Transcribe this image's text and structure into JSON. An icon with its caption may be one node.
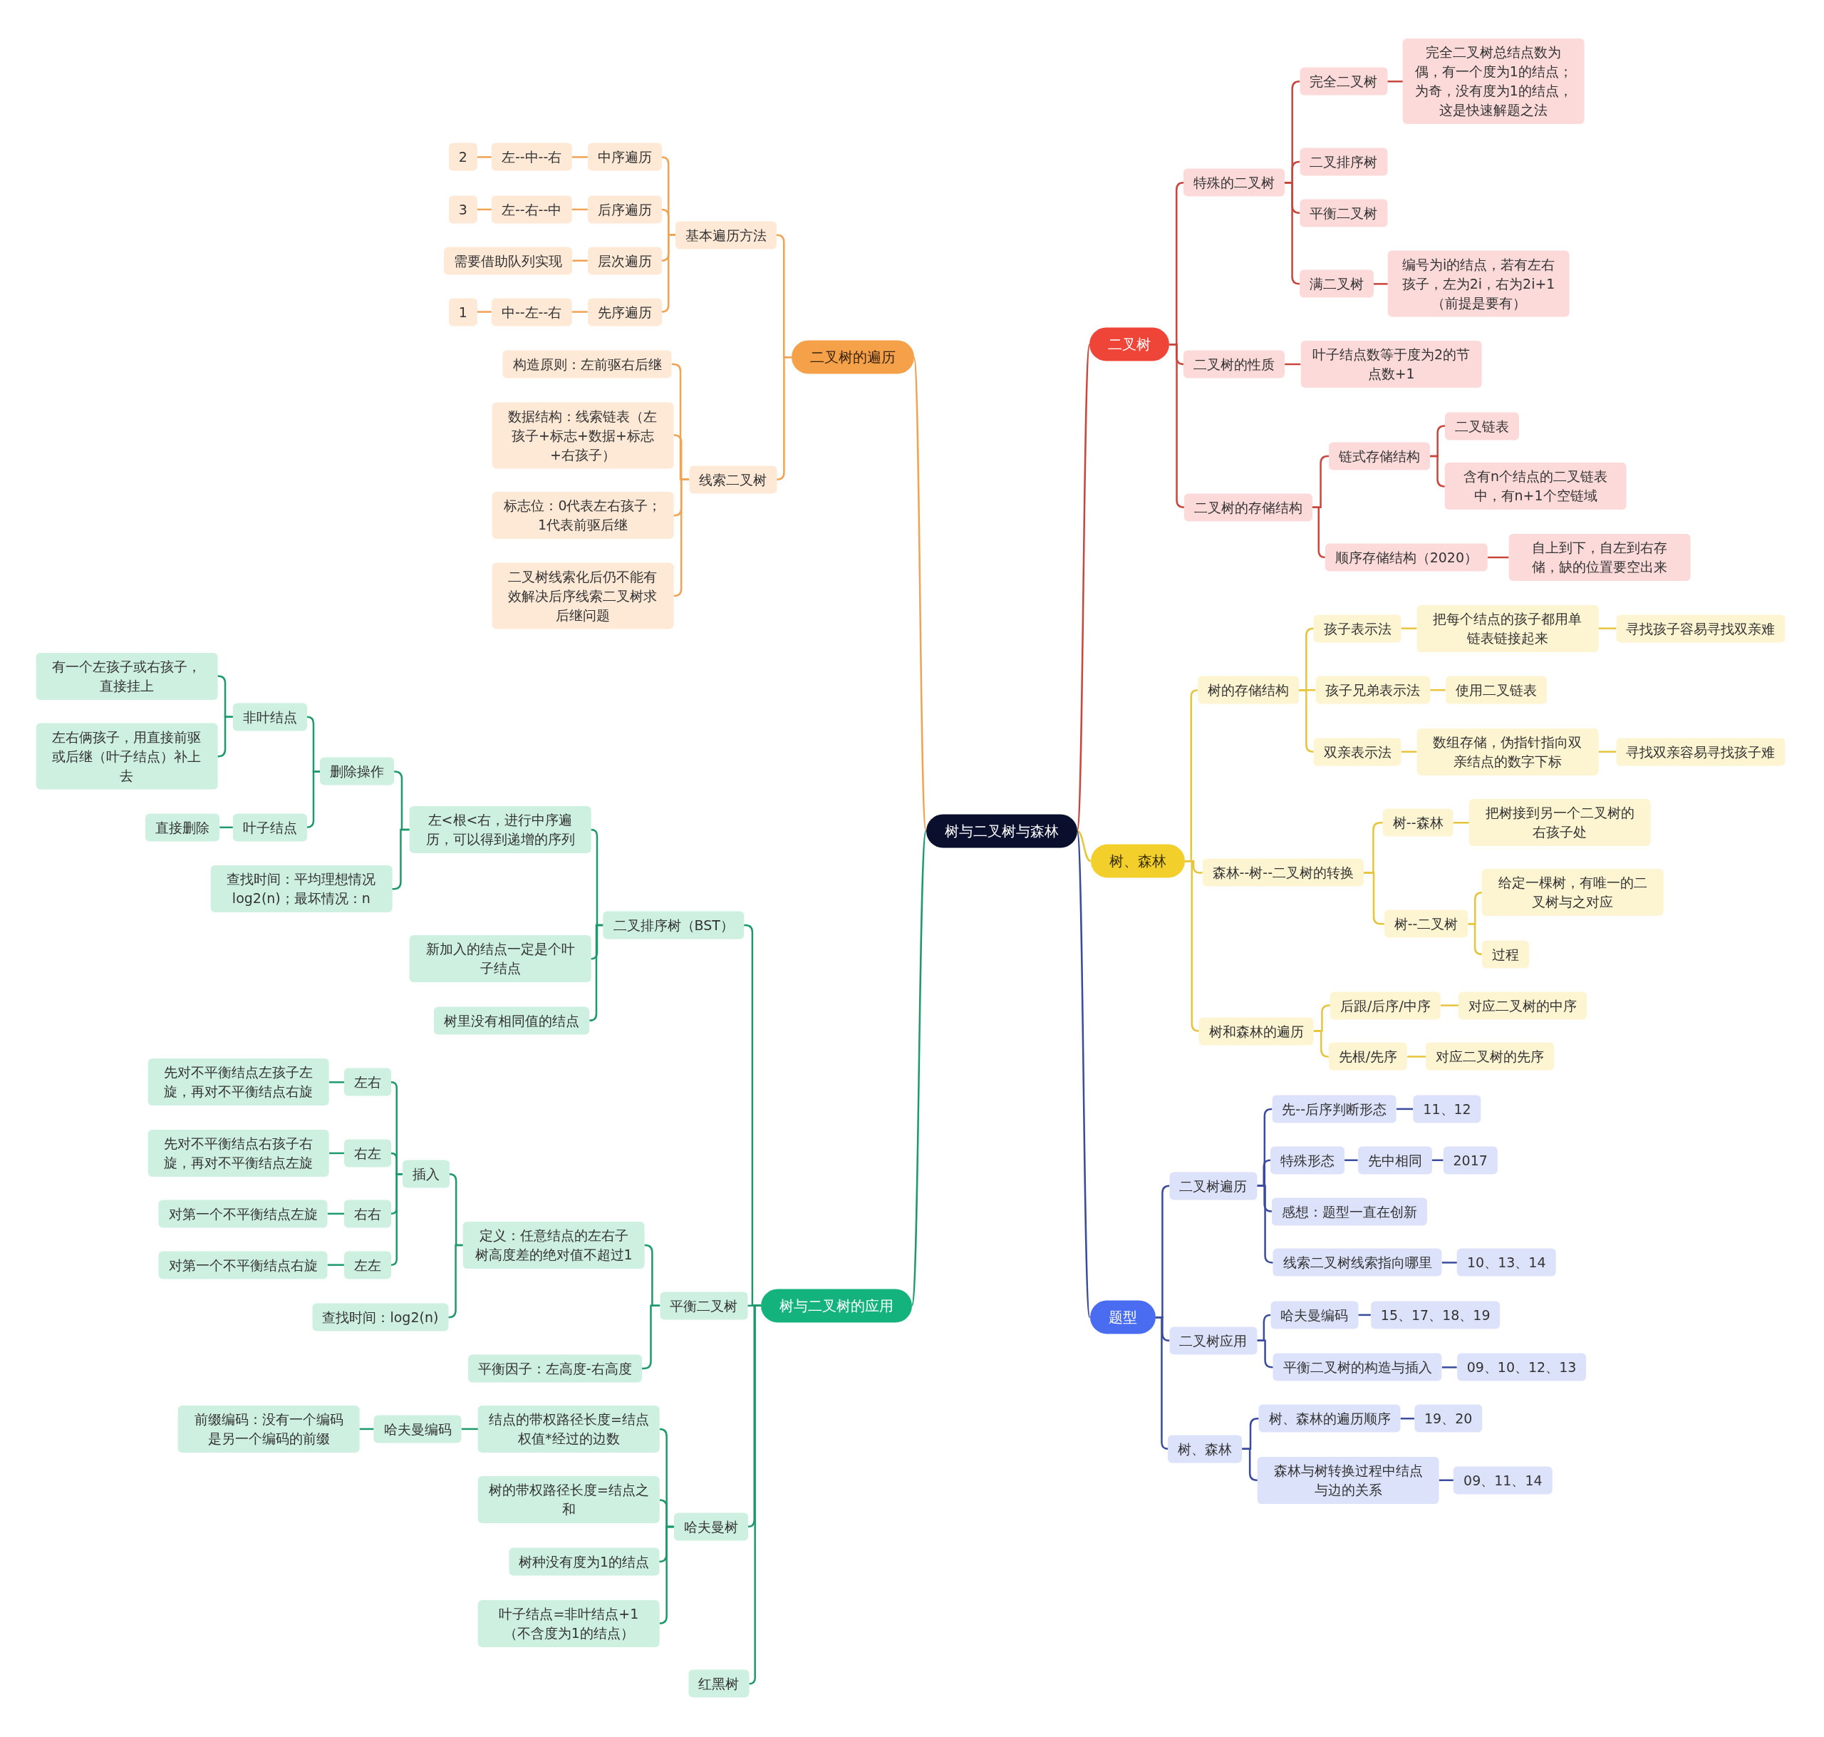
{
  "diagram": {
    "nodes": [
      {
        "text": [
          "树与二叉树与森林"
        ]
      },
      {
        "text": [
          "二叉树的遍历"
        ]
      },
      {
        "text": [
          "基本遍历方法"
        ]
      },
      {
        "text": [
          "中序遍历"
        ]
      },
      {
        "text": [
          "左--中--右"
        ]
      },
      {
        "text": [
          "2"
        ]
      },
      {
        "text": [
          "后序遍历"
        ]
      },
      {
        "text": [
          "左--右--中"
        ]
      },
      {
        "text": [
          "3"
        ]
      },
      {
        "text": [
          "层次遍历"
        ]
      },
      {
        "text": [
          "需要借助队列实现"
        ]
      },
      {
        "text": [
          "先序遍历"
        ]
      },
      {
        "text": [
          "中--左--右"
        ]
      },
      {
        "text": [
          "1"
        ]
      },
      {
        "text": [
          "线索二叉树"
        ]
      },
      {
        "text": [
          "构造原则：左前驱右后继"
        ]
      },
      {
        "text": [
          "数据结构：线索链表（左孩子+标志+数据+标志+右孩子）"
        ]
      },
      {
        "text": [
          "标志位：0代表左右孩子；1代表前驱后继"
        ]
      },
      {
        "text": [
          "二叉树线索化后仍不能有效解决后序线索二叉树求后继问题"
        ]
      },
      {
        "text": [
          "二叉树"
        ]
      },
      {
        "text": [
          "特殊的二叉树"
        ]
      },
      {
        "text": [
          "完全二叉树"
        ]
      },
      {
        "text": [
          "完全二叉树总结点数为偶，有一个度为1的结点；为奇，没有度为1的结点，这是快速解题之法"
        ]
      },
      {
        "text": [
          "二叉排序树"
        ]
      },
      {
        "text": [
          "平衡二叉树"
        ]
      },
      {
        "text": [
          "满二叉树"
        ]
      },
      {
        "text": [
          "编号为i的结点，若有左右孩子，左为2i，右为2i+1（前提是要有）"
        ]
      },
      {
        "text": [
          "二叉树的性质"
        ]
      },
      {
        "text": [
          "叶子结点数等于度为2的节点数+1"
        ]
      },
      {
        "text": [
          "二叉树的存储结构"
        ]
      },
      {
        "text": [
          "链式存储结构"
        ]
      },
      {
        "text": [
          "二叉链表"
        ]
      },
      {
        "text": [
          "含有n个结点的二叉链表中，有n+1个空链域"
        ]
      },
      {
        "text": [
          "顺序存储结构（2020）"
        ]
      },
      {
        "text": [
          "自上到下，自左到右存储，缺的位置要空出来"
        ]
      },
      {
        "text": [
          "树、森林"
        ]
      },
      {
        "text": [
          "树的存储结构"
        ]
      },
      {
        "text": [
          "孩子表示法"
        ]
      },
      {
        "text": [
          "把每个结点的孩子都用单链表链接起来"
        ]
      },
      {
        "text": [
          "寻找孩子容易寻找双亲难"
        ]
      },
      {
        "text": [
          "孩子兄弟表示法"
        ]
      },
      {
        "text": [
          "使用二叉链表"
        ]
      },
      {
        "text": [
          "双亲表示法"
        ]
      },
      {
        "text": [
          "数组存储，伪指针指向双亲结点的数字下标"
        ]
      },
      {
        "text": [
          "寻找双亲容易寻找孩子难"
        ]
      },
      {
        "text": [
          "森林--树--二叉树的转换"
        ]
      },
      {
        "text": [
          "树--森林"
        ]
      },
      {
        "text": [
          "把树接到另一个二叉树的右孩子处"
        ]
      },
      {
        "text": [
          "树--二叉树"
        ]
      },
      {
        "text": [
          "给定一棵树，有唯一的二叉树与之对应"
        ]
      },
      {
        "text": [
          "过程"
        ]
      },
      {
        "text": [
          "树和森林的遍历"
        ]
      },
      {
        "text": [
          "后跟/后序/中序"
        ]
      },
      {
        "text": [
          "对应二叉树的中序"
        ]
      },
      {
        "text": [
          "先根/先序"
        ]
      },
      {
        "text": [
          "对应二叉树的先序"
        ]
      },
      {
        "text": [
          "题型"
        ]
      },
      {
        "text": [
          "二叉树遍历"
        ]
      },
      {
        "text": [
          "先--后序判断形态"
        ]
      },
      {
        "text": [
          "11、12"
        ]
      },
      {
        "text": [
          "特殊形态"
        ]
      },
      {
        "text": [
          "先中相同"
        ]
      },
      {
        "text": [
          "2017"
        ]
      },
      {
        "text": [
          "感想：题型一直在创新"
        ]
      },
      {
        "text": [
          "线索二叉树线索指向哪里"
        ]
      },
      {
        "text": [
          "10、13、14"
        ]
      },
      {
        "text": [
          "二叉树应用"
        ]
      },
      {
        "text": [
          "哈夫曼编码"
        ]
      },
      {
        "text": [
          "15、17、18、19"
        ]
      },
      {
        "text": [
          "平衡二叉树的构造与插入"
        ]
      },
      {
        "text": [
          "09、10、12、13"
        ]
      },
      {
        "text": [
          "树、森林"
        ]
      },
      {
        "text": [
          "树、森林的遍历顺序"
        ]
      },
      {
        "text": [
          "19、20"
        ]
      },
      {
        "text": [
          "森林与树转换过程中结点与边的关系"
        ]
      },
      {
        "text": [
          "09、11、14"
        ]
      },
      {
        "text": [
          "树与二叉树的应用"
        ]
      },
      {
        "text": [
          "二叉排序树（BST）"
        ]
      },
      {
        "text": [
          "左<根<右，进行中序遍历，可以得到递增的序列"
        ]
      },
      {
        "text": [
          "删除操作"
        ]
      },
      {
        "text": [
          "非叶结点"
        ]
      },
      {
        "text": [
          "有一个左孩子或右孩子，直接挂上"
        ]
      },
      {
        "text": [
          "左右俩孩子，用直接前驱或后继（叶子结点）补上去"
        ]
      },
      {
        "text": [
          "叶子结点"
        ]
      },
      {
        "text": [
          "直接删除"
        ]
      },
      {
        "text": [
          "查找时间：平均理想情况log2(n)；最坏情况：n"
        ]
      },
      {
        "text": [
          "新加入的结点一定是个叶子结点"
        ]
      },
      {
        "text": [
          "树里没有相同值的结点"
        ]
      },
      {
        "text": [
          "平衡二叉树"
        ]
      },
      {
        "text": [
          "定义：任意结点的左右子树高度差的绝对值不超过1"
        ]
      },
      {
        "text": [
          "插入"
        ]
      },
      {
        "text": [
          "左右"
        ]
      },
      {
        "text": [
          "先对不平衡结点左孩子左旋，再对不平衡结点右旋"
        ]
      },
      {
        "text": [
          "右左"
        ]
      },
      {
        "text": [
          "先对不平衡结点右孩子右旋，再对不平衡结点左旋"
        ]
      },
      {
        "text": [
          "右右"
        ]
      },
      {
        "text": [
          "对第一个不平衡结点左旋"
        ]
      },
      {
        "text": [
          "左左"
        ]
      },
      {
        "text": [
          "对第一个不平衡结点右旋"
        ]
      },
      {
        "text": [
          "查找时间：log2(n)"
        ]
      },
      {
        "text": [
          "平衡因子：左高度-右高度"
        ]
      },
      {
        "text": [
          "哈夫曼树"
        ]
      },
      {
        "text": [
          "结点的带权路径长度=结点权值*经过的边数"
        ]
      },
      {
        "text": [
          "哈夫曼编码"
        ]
      },
      {
        "text": [
          "前缀编码：没有一个编码是另一个编码的前缀"
        ]
      },
      {
        "text": [
          "树的带权路径长度=结点之和"
        ]
      },
      {
        "text": [
          "树种没有度为1的结点"
        ]
      },
      {
        "text": [
          "叶子结点=非叶结点+1（不含度为1的结点）"
        ]
      },
      {
        "text": [
          "红黑树"
        ]
      }
    ],
    "edges": [
      {
        "from": 0,
        "to": 1,
        "arrow": "none",
        "color": "#f0a352"
      },
      {
        "from": 1,
        "to": 2,
        "arrow": "none",
        "color": "#f0a352"
      },
      {
        "from": 2,
        "to": 3,
        "arrow": "none",
        "color": "#f0a352"
      },
      {
        "from": 3,
        "to": 4,
        "arrow": "none",
        "color": "#f0a352"
      },
      {
        "from": 4,
        "to": 5,
        "arrow": "none",
        "color": "#f0a352"
      },
      {
        "from": 2,
        "to": 6,
        "arrow": "none",
        "color": "#f0a352"
      },
      {
        "from": 6,
        "to": 7,
        "arrow": "none",
        "color": "#f0a352"
      },
      {
        "from": 7,
        "to": 8,
        "arrow": "none",
        "color": "#f0a352"
      },
      {
        "from": 2,
        "to": 9,
        "arrow": "none",
        "color": "#f0a352"
      },
      {
        "from": 9,
        "to": 10,
        "arrow": "none",
        "color": "#f0a352"
      },
      {
        "from": 2,
        "to": 11,
        "arrow": "none",
        "color": "#f0a352"
      },
      {
        "from": 11,
        "to": 12,
        "arrow": "none",
        "color": "#f0a352"
      },
      {
        "from": 12,
        "to": 13,
        "arrow": "none",
        "color": "#f0a352"
      },
      {
        "from": 1,
        "to": 14,
        "arrow": "none",
        "color": "#f0a352"
      },
      {
        "from": 14,
        "to": 15,
        "arrow": "none",
        "color": "#f0a352"
      },
      {
        "from": 14,
        "to": 16,
        "arrow": "none",
        "color": "#f0a352"
      },
      {
        "from": 14,
        "to": 17,
        "arrow": "none",
        "color": "#f0a352"
      },
      {
        "from": 14,
        "to": 18,
        "arrow": "none",
        "color": "#f0a352"
      },
      {
        "from": 0,
        "to": 19,
        "arrow": "none",
        "color": "#c9463d"
      },
      {
        "from": 19,
        "to": 20,
        "arrow": "none",
        "color": "#c9463d"
      },
      {
        "from": 20,
        "to": 21,
        "arrow": "none",
        "color": "#c9463d"
      },
      {
        "from": 21,
        "to": 22,
        "arrow": "none",
        "color": "#c9463d"
      },
      {
        "from": 20,
        "to": 23,
        "arrow": "none",
        "color": "#c9463d"
      },
      {
        "from": 20,
        "to": 24,
        "arrow": "none",
        "color": "#c9463d"
      },
      {
        "from": 20,
        "to": 25,
        "arrow": "none",
        "color": "#c9463d"
      },
      {
        "from": 25,
        "to": 26,
        "arrow": "none",
        "color": "#c9463d"
      },
      {
        "from": 19,
        "to": 27,
        "arrow": "none",
        "color": "#c9463d"
      },
      {
        "from": 27,
        "to": 28,
        "arrow": "none",
        "color": "#c9463d"
      },
      {
        "from": 19,
        "to": 29,
        "arrow": "none",
        "color": "#c9463d"
      },
      {
        "from": 29,
        "to": 30,
        "arrow": "none",
        "color": "#c9463d"
      },
      {
        "from": 30,
        "to": 31,
        "arrow": "none",
        "color": "#c9463d"
      },
      {
        "from": 30,
        "to": 32,
        "arrow": "none",
        "color": "#c9463d"
      },
      {
        "from": 29,
        "to": 33,
        "arrow": "none",
        "color": "#c9463d"
      },
      {
        "from": 33,
        "to": 34,
        "arrow": "none",
        "color": "#c9463d"
      },
      {
        "from": 0,
        "to": 35,
        "arrow": "none",
        "color": "#e6c53a"
      },
      {
        "from": 35,
        "to": 36,
        "arrow": "none",
        "color": "#e6c53a"
      },
      {
        "from": 36,
        "to": 37,
        "arrow": "none",
        "color": "#e6c53a"
      },
      {
        "from": 37,
        "to": 38,
        "arrow": "none",
        "color": "#e6c53a"
      },
      {
        "from": 38,
        "to": 39,
        "arrow": "none",
        "color": "#e6c53a"
      },
      {
        "from": 36,
        "to": 40,
        "arrow": "none",
        "color": "#e6c53a"
      },
      {
        "from": 40,
        "to": 41,
        "arrow": "none",
        "color": "#e6c53a"
      },
      {
        "from": 36,
        "to": 42,
        "arrow": "none",
        "color": "#e6c53a"
      },
      {
        "from": 42,
        "to": 43,
        "arrow": "none",
        "color": "#e6c53a"
      },
      {
        "from": 43,
        "to": 44,
        "arrow": "none",
        "color": "#e6c53a"
      },
      {
        "from": 35,
        "to": 45,
        "arrow": "none",
        "color": "#e6c53a"
      },
      {
        "from": 45,
        "to": 46,
        "arrow": "none",
        "color": "#e6c53a"
      },
      {
        "from": 46,
        "to": 47,
        "arrow": "none",
        "color": "#e6c53a"
      },
      {
        "from": 45,
        "to": 48,
        "arrow": "none",
        "color": "#e6c53a"
      },
      {
        "from": 48,
        "to": 49,
        "arrow": "none",
        "color": "#e6c53a"
      },
      {
        "from": 48,
        "to": 50,
        "arrow": "none",
        "color": "#e6c53a"
      },
      {
        "from": 35,
        "to": 51,
        "arrow": "none",
        "color": "#e6c53a"
      },
      {
        "from": 51,
        "to": 52,
        "arrow": "none",
        "color": "#e6c53a"
      },
      {
        "from": 52,
        "to": 53,
        "arrow": "none",
        "color": "#e6c53a"
      },
      {
        "from": 51,
        "to": 54,
        "arrow": "none",
        "color": "#e6c53a"
      },
      {
        "from": 54,
        "to": 55,
        "arrow": "none",
        "color": "#e6c53a"
      },
      {
        "from": 0,
        "to": 56,
        "arrow": "none",
        "color": "#3a4a9c"
      },
      {
        "from": 56,
        "to": 57,
        "arrow": "none",
        "color": "#3a4a9c"
      },
      {
        "from": 57,
        "to": 58,
        "arrow": "none",
        "color": "#3a4a9c"
      },
      {
        "from": 58,
        "to": 59,
        "arrow": "none",
        "color": "#3a4a9c"
      },
      {
        "from": 57,
        "to": 60,
        "arrow": "none",
        "color": "#3a4a9c"
      },
      {
        "from": 60,
        "to": 61,
        "arrow": "none",
        "color": "#3a4a9c"
      },
      {
        "from": 61,
        "to": 62,
        "arrow": "none",
        "color": "#3a4a9c"
      },
      {
        "from": 57,
        "to": 63,
        "arrow": "none",
        "color": "#3a4a9c"
      },
      {
        "from": 57,
        "to": 64,
        "arrow": "none",
        "color": "#3a4a9c"
      },
      {
        "from": 64,
        "to": 65,
        "arrow": "none",
        "color": "#3a4a9c"
      },
      {
        "from": 56,
        "to": 66,
        "arrow": "none",
        "color": "#3a4a9c"
      },
      {
        "from": 66,
        "to": 67,
        "arrow": "none",
        "color": "#3a4a9c"
      },
      {
        "from": 67,
        "to": 68,
        "arrow": "none",
        "color": "#3a4a9c"
      },
      {
        "from": 66,
        "to": 69,
        "arrow": "none",
        "color": "#3a4a9c"
      },
      {
        "from": 69,
        "to": 70,
        "arrow": "none",
        "color": "#3a4a9c"
      },
      {
        "from": 56,
        "to": 71,
        "arrow": "none",
        "color": "#3a4a9c"
      },
      {
        "from": 71,
        "to": 72,
        "arrow": "none",
        "color": "#3a4a9c"
      },
      {
        "from": 72,
        "to": 73,
        "arrow": "none",
        "color": "#3a4a9c"
      },
      {
        "from": 71,
        "to": 74,
        "arrow": "none",
        "color": "#3a4a9c"
      },
      {
        "from": 74,
        "to": 75,
        "arrow": "none",
        "color": "#3a4a9c"
      },
      {
        "from": 0,
        "to": 76,
        "arrow": "none",
        "color": "#1d9a6c"
      },
      {
        "from": 76,
        "to": 77,
        "arrow": "none",
        "color": "#1d9a6c"
      },
      {
        "from": 77,
        "to": 78,
        "arrow": "none",
        "color": "#1d9a6c"
      },
      {
        "from": 78,
        "to": 79,
        "arrow": "none",
        "color": "#1d9a6c"
      },
      {
        "from": 79,
        "to": 80,
        "arrow": "none",
        "color": "#1d9a6c"
      },
      {
        "from": 80,
        "to": 81,
        "arrow": "none",
        "color": "#1d9a6c"
      },
      {
        "from": 80,
        "to": 82,
        "arrow": "none",
        "color": "#1d9a6c"
      },
      {
        "from": 79,
        "to": 83,
        "arrow": "none",
        "color": "#1d9a6c"
      },
      {
        "from": 83,
        "to": 84,
        "arrow": "none",
        "color": "#1d9a6c"
      },
      {
        "from": 78,
        "to": 85,
        "arrow": "none",
        "color": "#1d9a6c"
      },
      {
        "from": 77,
        "to": 86,
        "arrow": "none",
        "color": "#1d9a6c"
      },
      {
        "from": 77,
        "to": 87,
        "arrow": "none",
        "color": "#1d9a6c"
      },
      {
        "from": 76,
        "to": 88,
        "arrow": "none",
        "color": "#1d9a6c"
      },
      {
        "from": 88,
        "to": 89,
        "arrow": "none",
        "color": "#1d9a6c"
      },
      {
        "from": 89,
        "to": 90,
        "arrow": "none",
        "color": "#1d9a6c"
      },
      {
        "from": 90,
        "to": 91,
        "arrow": "none",
        "color": "#1d9a6c"
      },
      {
        "from": 91,
        "to": 92,
        "arrow": "none",
        "color": "#1d9a6c"
      },
      {
        "from": 90,
        "to": 93,
        "arrow": "none",
        "color": "#1d9a6c"
      },
      {
        "from": 93,
        "to": 94,
        "arrow": "none",
        "color": "#1d9a6c"
      },
      {
        "from": 90,
        "to": 95,
        "arrow": "none",
        "color": "#1d9a6c"
      },
      {
        "from": 95,
        "to": 96,
        "arrow": "none",
        "color": "#1d9a6c"
      },
      {
        "from": 90,
        "to": 97,
        "arrow": "none",
        "color": "#1d9a6c"
      },
      {
        "from": 97,
        "to": 98,
        "arrow": "none",
        "color": "#1d9a6c"
      },
      {
        "from": 89,
        "to": 99,
        "arrow": "none",
        "color": "#1d9a6c"
      },
      {
        "from": 88,
        "to": 100,
        "arrow": "none",
        "color": "#1d9a6c"
      },
      {
        "from": 76,
        "to": 101,
        "arrow": "none",
        "color": "#1d9a6c"
      },
      {
        "from": 101,
        "to": 102,
        "arrow": "none",
        "color": "#1d9a6c"
      },
      {
        "from": 102,
        "to": 103,
        "arrow": "none",
        "color": "#1d9a6c"
      },
      {
        "from": 103,
        "to": 104,
        "arrow": "none",
        "color": "#1d9a6c"
      },
      {
        "from": 101,
        "to": 105,
        "arrow": "none",
        "color": "#1d9a6c"
      },
      {
        "from": 101,
        "to": 106,
        "arrow": "none",
        "color": "#1d9a6c"
      },
      {
        "from": 101,
        "to": 107,
        "arrow": "none",
        "color": "#1d9a6c"
      },
      {
        "from": 76,
        "to": 108,
        "arrow": "none",
        "color": "#1d9a6c"
      }
    ]
  }
}
